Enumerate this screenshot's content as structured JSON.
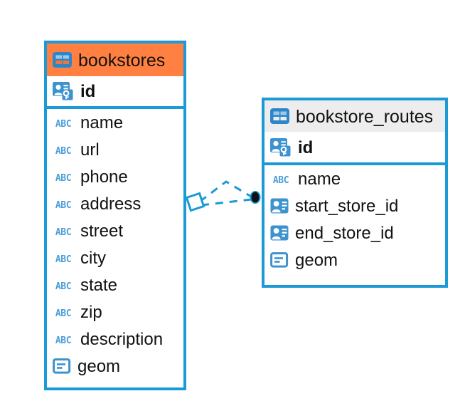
{
  "diagram": {
    "type": "entity-relationship-diagram",
    "background": "#ffffff",
    "accent_border": "#1B9AD6",
    "icon_blue": "#4C9FD8",
    "highlight_header": "#FF8040",
    "normal_header": "#EDEDED"
  },
  "tables": [
    {
      "name": "bookstores",
      "header_label": "bookstores",
      "header_icon": "table-grid-icon",
      "header_color": "#FF8040",
      "selected": true,
      "primary_key": {
        "label": "id",
        "icon": "primary-key-icon",
        "bold": true
      },
      "columns": [
        {
          "label": "name",
          "icon": "abc-text-icon",
          "icon_text": "ABC"
        },
        {
          "label": "url",
          "icon": "abc-text-icon",
          "icon_text": "ABC"
        },
        {
          "label": "phone",
          "icon": "abc-text-icon",
          "icon_text": "ABC"
        },
        {
          "label": "address",
          "icon": "abc-text-icon",
          "icon_text": "ABC"
        },
        {
          "label": "street",
          "icon": "abc-text-icon",
          "icon_text": "ABC"
        },
        {
          "label": "city",
          "icon": "abc-text-icon",
          "icon_text": "ABC"
        },
        {
          "label": "state",
          "icon": "abc-text-icon",
          "icon_text": "ABC"
        },
        {
          "label": "zip",
          "icon": "abc-text-icon",
          "icon_text": "ABC"
        },
        {
          "label": "description",
          "icon": "abc-text-icon",
          "icon_text": "ABC"
        },
        {
          "label": "geom",
          "icon": "geometry-icon",
          "icon_text": ""
        }
      ]
    },
    {
      "name": "bookstore_routes",
      "header_label": "bookstore_routes",
      "header_icon": "table-grid-icon",
      "header_color": "#EDEDED",
      "selected": false,
      "primary_key": {
        "label": "id",
        "icon": "primary-key-icon",
        "bold": true
      },
      "columns": [
        {
          "label": "name",
          "icon": "abc-text-icon",
          "icon_text": "ABC"
        },
        {
          "label": "start_store_id",
          "icon": "foreign-key-icon",
          "icon_text": ""
        },
        {
          "label": "end_store_id",
          "icon": "foreign-key-icon",
          "icon_text": ""
        },
        {
          "label": "geom",
          "icon": "geometry-icon",
          "icon_text": ""
        }
      ]
    }
  ],
  "relationship": {
    "style": "dashed",
    "color": "#1B9AD6",
    "source_marker": "diamond-outline",
    "target_marker": "filled-circle",
    "target_marker_fill": "#0d1117"
  }
}
